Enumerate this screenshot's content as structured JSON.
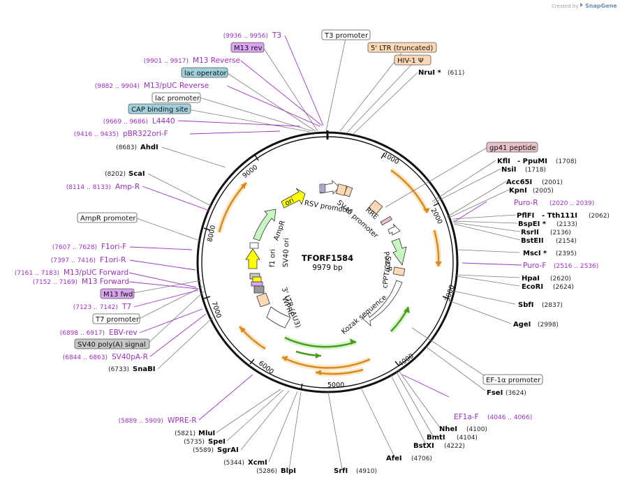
{
  "credit": {
    "prefix": "Created by",
    "brand": "SnapGene"
  },
  "plasmid": {
    "name": "TFORF1584",
    "length_label": "9979 bp",
    "length": 9979
  },
  "ticks": [
    "1000",
    "2000",
    "3000",
    "4000",
    "5000",
    "6000",
    "7000",
    "8000",
    "9000"
  ],
  "primers_left": [
    {
      "range": "(9936 .. 9956)",
      "name": "T3"
    },
    {
      "range": "(9901 .. 9917)",
      "name": "M13 Reverse"
    },
    {
      "range": "(9882 .. 9904)",
      "name": "M13/pUC Reverse"
    },
    {
      "range": "(9669 .. 9686)",
      "name": "L4440"
    },
    {
      "range": "(9416 .. 9435)",
      "name": "pBR322ori-F"
    },
    {
      "range": "(8114 .. 8133)",
      "name": "Amp-R"
    },
    {
      "range": "(7607 .. 7628)",
      "name": "F1ori-F"
    },
    {
      "range": "(7397 .. 7416)",
      "name": "F1ori-R"
    },
    {
      "range": "(7161 .. 7183)",
      "name": "M13/pUC Forward"
    },
    {
      "range": "(7152 .. 7169)",
      "name": "M13 Forward"
    },
    {
      "range": "(7123 .. 7142)",
      "name": "T7"
    },
    {
      "range": "(6898 .. 6917)",
      "name": "EBV-rev"
    },
    {
      "range": "(6844 .. 6863)",
      "name": "SV40pA-R"
    },
    {
      "range": "(5889 .. 5909)",
      "name": "WPRE-R"
    }
  ],
  "primers_right": [
    {
      "name": "Puro-R",
      "range": "(2020 .. 2039)"
    },
    {
      "name": "Puro-F",
      "range": "(2516 .. 2536)"
    },
    {
      "name": "EF1a-F",
      "range": "(4046 .. 4066)"
    }
  ],
  "sites_left": [
    {
      "pos": "(8683)",
      "name": "AhdI"
    },
    {
      "pos": "(8202)",
      "name": "ScaI"
    },
    {
      "pos": "(6733)",
      "name": "SnaBI"
    },
    {
      "pos": "(5821)",
      "name": "MluI"
    },
    {
      "pos": "(5735)",
      "name": "SpeI"
    },
    {
      "pos": "(5589)",
      "name": "SgrAI"
    },
    {
      "pos": "(5344)",
      "name": "XcmI"
    },
    {
      "pos": "(5286)",
      "name": "BlpI"
    }
  ],
  "sites_right": [
    {
      "name": "NruI *",
      "pos": "(611)"
    },
    {
      "name": "KflI",
      "pos": ""
    },
    {
      "name": "- PpuMI",
      "pos": "(1708)"
    },
    {
      "name": "NsiI",
      "pos": "(1718)"
    },
    {
      "name": "Acc65I",
      "pos": "(2001)"
    },
    {
      "name": "KpnI",
      "pos": "(2005)"
    },
    {
      "name": "PflFI",
      "pos": ""
    },
    {
      "name": "- Tth111I",
      "pos": "(2062)"
    },
    {
      "name": "BspEI *",
      "pos": "(2133)"
    },
    {
      "name": "RsrII",
      "pos": "(2136)"
    },
    {
      "name": "BstEII",
      "pos": "(2154)"
    },
    {
      "name": "MscI *",
      "pos": "(2395)"
    },
    {
      "name": "HpaI",
      "pos": "(2620)"
    },
    {
      "name": "EcoRI",
      "pos": "(2624)"
    },
    {
      "name": "SbfI",
      "pos": "(2837)"
    },
    {
      "name": "AgeI",
      "pos": "(2998)"
    },
    {
      "name": "FseI",
      "pos": "(3624)"
    },
    {
      "name": "NheI",
      "pos": "(4100)"
    },
    {
      "name": "BmtI",
      "pos": "(4104)"
    },
    {
      "name": "BstXI",
      "pos": "(4222)"
    },
    {
      "name": "AfeI",
      "pos": "(4706)"
    },
    {
      "name": "SrfI",
      "pos": "(4910)"
    }
  ],
  "boxed_features": [
    {
      "name": "M13 rev"
    },
    {
      "name": "lac operator"
    },
    {
      "name": "lac promoter"
    },
    {
      "name": "CAP binding site"
    },
    {
      "name": "AmpR promoter"
    },
    {
      "name": "M13 fwd"
    },
    {
      "name": "T7 promoter"
    },
    {
      "name": "SV40 poly(A) signal"
    },
    {
      "name": "T3 promoter"
    },
    {
      "name": "5' LTR (truncated)"
    },
    {
      "name": "HIV-1 Ψ"
    },
    {
      "name": "gp41 peptide"
    },
    {
      "name": "EF-1α promoter"
    }
  ],
  "inner_labels": {
    "ori": "ori",
    "ampr": "AmpR",
    "f1ori": "f1 ori",
    "sv40ori": "SV40 ori",
    "ltr3": "3' LTR (ΔU3)",
    "wpre": "WPRE",
    "rsv": "RSV promoter",
    "rre": "RRE",
    "sv40prom": "SV40 promoter",
    "puror": "PuroR",
    "cppt": "cPPT/CTS",
    "kozak": "Kozak sequence"
  },
  "colors": {
    "primer": "#9b2fc1",
    "orange_arc": "#d98a1c",
    "green_arc": "#4e9a1e",
    "feature_peach": "#fcd9b4",
    "feature_green": "#c9f5c3",
    "feature_yellow": "#ffff00",
    "box_purple": "#d9a4f0",
    "box_teal": "#9fd0dc",
    "box_pink": "#e7c0c8",
    "box_gray": "#c6c6c6"
  }
}
